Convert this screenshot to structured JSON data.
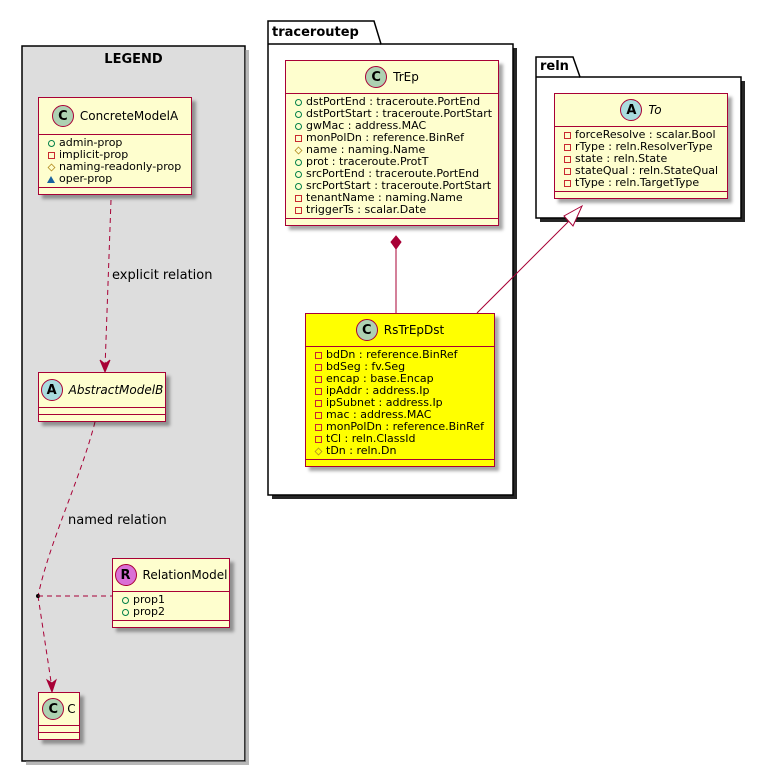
{
  "legend": {
    "title": "LEGEND"
  },
  "packages": {
    "traceroutep": "traceroutep",
    "reln": "reln"
  },
  "classes": {
    "concrete_model_a": {
      "badge": "C",
      "name": "ConcreteModelA",
      "attrs": [
        {
          "vis": "public",
          "text": "admin-prop"
        },
        {
          "vis": "private",
          "text": "implicit-prop"
        },
        {
          "vis": "protected",
          "text": "naming-readonly-prop"
        },
        {
          "vis": "package",
          "text": "oper-prop"
        }
      ]
    },
    "abstract_model_b": {
      "badge": "A",
      "name": "AbstractModelB"
    },
    "relation_model": {
      "badge": "R",
      "name": "RelationModel",
      "attrs": [
        {
          "vis": "public",
          "text": "prop1"
        },
        {
          "vis": "public",
          "text": "prop2"
        }
      ]
    },
    "c": {
      "badge": "C",
      "name": "C"
    },
    "trep": {
      "badge": "C",
      "name": "TrEp",
      "attrs": [
        {
          "vis": "public",
          "text": "dstPortEnd : traceroute.PortEnd"
        },
        {
          "vis": "public",
          "text": "dstPortStart : traceroute.PortStart"
        },
        {
          "vis": "public",
          "text": "gwMac : address.MAC"
        },
        {
          "vis": "private",
          "text": "monPolDn : reference.BinRef"
        },
        {
          "vis": "protected",
          "text": "name : naming.Name"
        },
        {
          "vis": "public",
          "text": "prot : traceroute.ProtT"
        },
        {
          "vis": "public",
          "text": "srcPortEnd : traceroute.PortEnd"
        },
        {
          "vis": "public",
          "text": "srcPortStart : traceroute.PortStart"
        },
        {
          "vis": "private",
          "text": "tenantName : naming.Name"
        },
        {
          "vis": "private",
          "text": "triggerTs : scalar.Date"
        }
      ]
    },
    "rstrepdst": {
      "badge": "C",
      "name": "RsTrEpDst",
      "attrs": [
        {
          "vis": "private",
          "text": "bdDn : reference.BinRef"
        },
        {
          "vis": "private",
          "text": "bdSeg : fv.Seg"
        },
        {
          "vis": "private",
          "text": "encap : base.Encap"
        },
        {
          "vis": "private",
          "text": "ipAddr : address.Ip"
        },
        {
          "vis": "private",
          "text": "ipSubnet : address.Ip"
        },
        {
          "vis": "private",
          "text": "mac : address.MAC"
        },
        {
          "vis": "private",
          "text": "monPolDn : reference.BinRef"
        },
        {
          "vis": "private",
          "text": "tCl : reln.ClassId"
        },
        {
          "vis": "protected",
          "text": "tDn : reln.Dn"
        }
      ]
    },
    "to": {
      "badge": "A",
      "name": "To",
      "attrs": [
        {
          "vis": "private",
          "text": "forceResolve : scalar.Bool"
        },
        {
          "vis": "private",
          "text": "rType : reln.ResolverType"
        },
        {
          "vis": "private",
          "text": "state : reln.State"
        },
        {
          "vis": "private",
          "text": "stateQual : reln.StateQual"
        },
        {
          "vis": "private",
          "text": "tType : reln.TargetType"
        }
      ]
    }
  },
  "relations": {
    "explicit": "explicit relation",
    "named": "named relation"
  },
  "colors": {
    "class_fill": "#FEFECE",
    "highlight_fill": "#FFFF00",
    "border": "#A80036",
    "legend_fill": "#DDDDDD"
  }
}
